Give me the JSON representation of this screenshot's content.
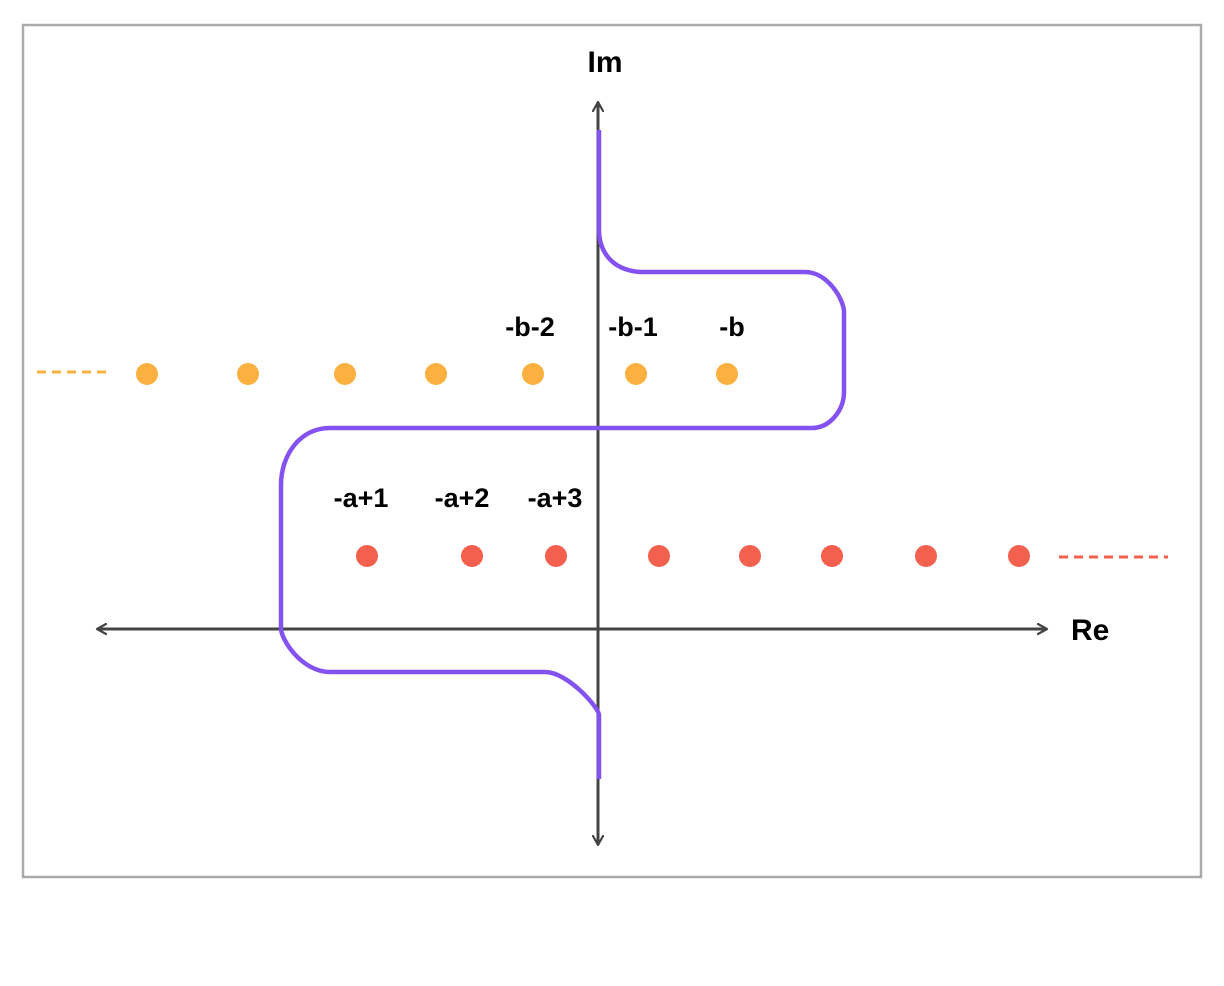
{
  "axes": {
    "real_label": "Re",
    "imag_label": "Im"
  },
  "colors": {
    "frame": "#aaaaaa",
    "axis": "#444444",
    "contour": "#8452f0",
    "upper_poles": "#fbb040",
    "lower_poles": "#f4604e",
    "text": "#000000"
  },
  "upper_pole_labels": [
    "-b-2",
    "-b-1",
    "-b"
  ],
  "lower_pole_labels": [
    "-a+1",
    "-a+2",
    "-a+3"
  ]
}
